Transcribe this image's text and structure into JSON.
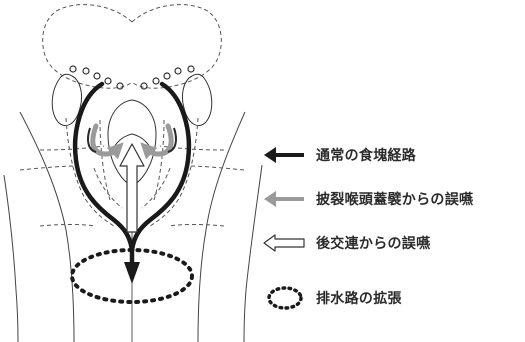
{
  "legend": {
    "items": [
      {
        "label": "通常の食塊経路",
        "icon": "black-arrow-icon",
        "color": "#1a1a1a"
      },
      {
        "label": "披裂喉頭蓋襞からの誤嚥",
        "icon": "gray-arrow-icon",
        "color": "#9a9a9a"
      },
      {
        "label": "後交連からの誤嚥",
        "icon": "outline-arrow-icon",
        "color": "#ffffff"
      },
      {
        "label": "排水路の拡張",
        "icon": "dotted-ellipse-icon",
        "color": "#1a1a1a"
      }
    ]
  },
  "colors": {
    "outline": "#333333",
    "dashed": "#555555",
    "main_path": "#1a1a1a",
    "aspiration_gray": "#9a9a9a"
  }
}
